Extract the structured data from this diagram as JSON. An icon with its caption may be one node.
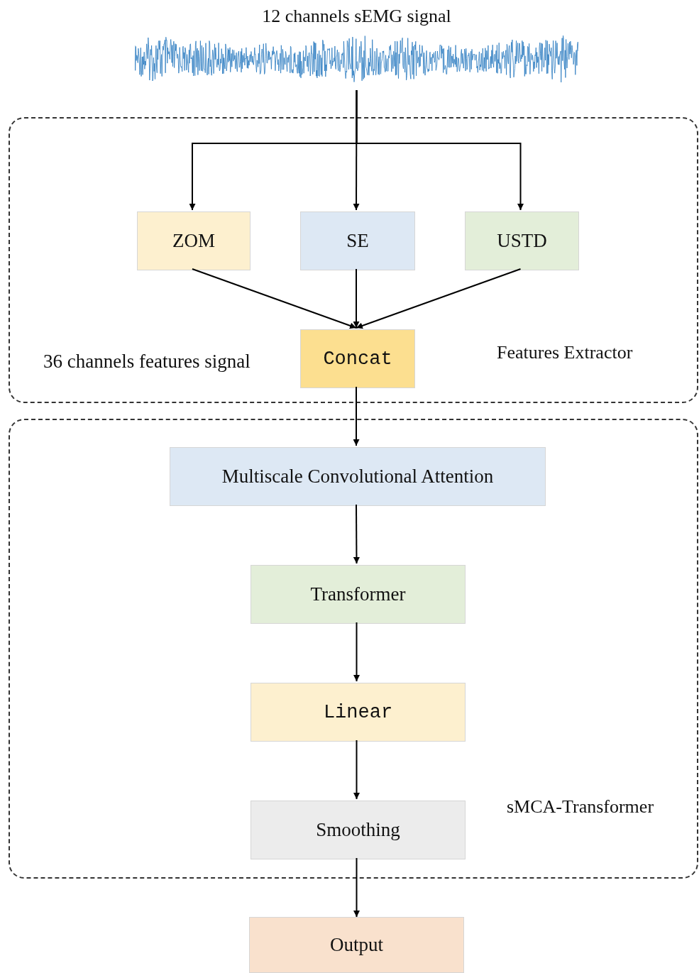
{
  "diagram": {
    "nodes": [
      {
        "text": [
          "12 channels sEMG signal"
        ]
      },
      {
        "text": [
          "Features Extractor"
        ]
      },
      {
        "text": [
          "ZOM"
        ],
        "in": 1
      },
      {
        "text": [
          "SE"
        ],
        "in": 1
      },
      {
        "text": [
          "USTD"
        ],
        "in": 1
      },
      {
        "text": [
          "Concat"
        ],
        "in": 1,
        "beside": [
          "36 channels features signal"
        ]
      },
      {
        "text": [
          "sMCA-Transformer"
        ]
      },
      {
        "text": [
          "Multiscale Convolutional Attention"
        ],
        "in": 6
      },
      {
        "text": [
          "Transformer"
        ],
        "in": 6
      },
      {
        "text": [
          "Linear"
        ],
        "in": 6
      },
      {
        "text": [
          "Smoothing"
        ],
        "in": 6
      },
      {
        "text": [
          "Output"
        ]
      }
    ],
    "edges": [
      {
        "from": 0,
        "to": 2,
        "arrow": "to"
      },
      {
        "from": 0,
        "to": 3,
        "arrow": "to"
      },
      {
        "from": 0,
        "to": 4,
        "arrow": "to"
      },
      {
        "from": 2,
        "to": 5,
        "arrow": "to"
      },
      {
        "from": 3,
        "to": 5,
        "arrow": "to"
      },
      {
        "from": 4,
        "to": 5,
        "arrow": "to"
      },
      {
        "from": 5,
        "to": 7,
        "arrow": "to"
      },
      {
        "from": 7,
        "to": 8,
        "arrow": "to"
      },
      {
        "from": 8,
        "to": 9,
        "arrow": "to"
      },
      {
        "from": 9,
        "to": 10,
        "arrow": "to"
      },
      {
        "from": 10,
        "to": 11,
        "arrow": "to"
      }
    ]
  }
}
